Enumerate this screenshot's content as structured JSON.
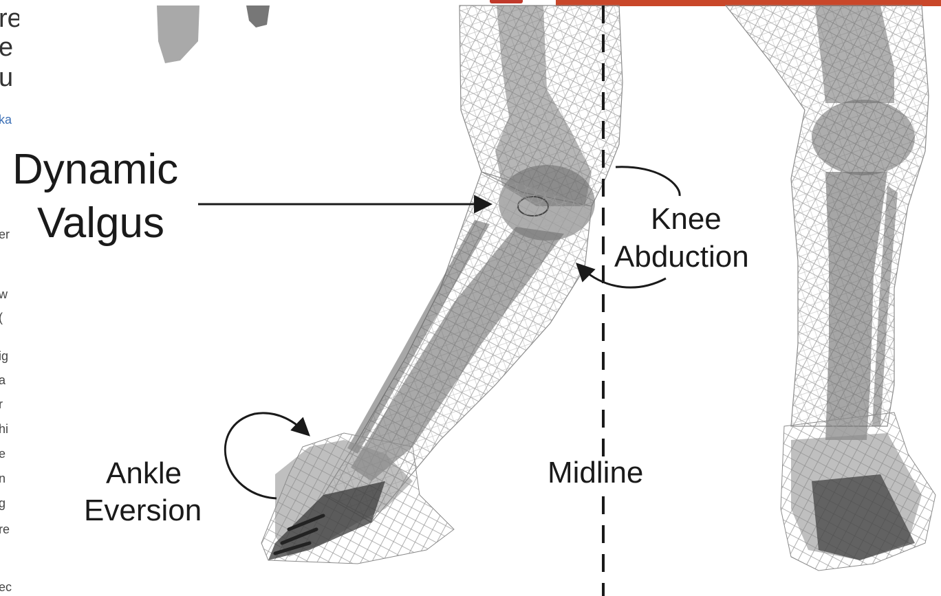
{
  "figure": {
    "labels": {
      "dynamic_valgus_line1": "Dynamic",
      "dynamic_valgus_line2": "Valgus",
      "knee_abduction_line1": "Knee",
      "knee_abduction_line2": "Abduction",
      "ankle_eversion_line1": "Ankle",
      "ankle_eversion_line2": "Eversion",
      "midline": "Midline"
    }
  },
  "background_page": {
    "cropped_fragments": [
      "re",
      "e",
      "u",
      "ka",
      "er",
      "w",
      "(",
      "ig",
      "a",
      "r",
      "hi",
      "e",
      "n",
      "g",
      "re",
      "ec"
    ]
  },
  "colors": {
    "accent_bar": "#c9472a",
    "text": "#1a1a1a",
    "link": "#3b6fb5"
  }
}
